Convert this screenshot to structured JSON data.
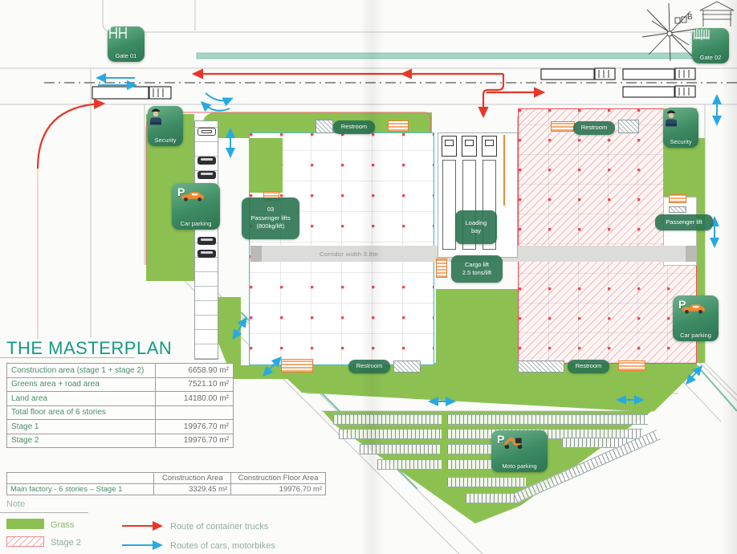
{
  "masterplan": {
    "title": "THE MASTERPLAN",
    "area_table": {
      "rows": [
        {
          "label": "Construction area (stage 1 + stage 2)",
          "value": "6658.90 m²"
        },
        {
          "label": "Greens area + road area",
          "value": "7521.10 m²"
        },
        {
          "label": "Land area",
          "value": "14180.00 m²"
        },
        {
          "label": "Total floor area of 6 stories",
          "value": ""
        },
        {
          "label": "Stage 1",
          "value": "19976.70 m²"
        },
        {
          "label": "Stage 2",
          "value": "19976.70 m²"
        }
      ]
    },
    "factory_table": {
      "headers": [
        "",
        "Construction Area",
        "Construction Floor Area"
      ],
      "rows": [
        {
          "label": "Main factory - 6 stories – Stage 1",
          "construction_area": "3329.45 m²",
          "construction_floor_area": "19976.70 m²"
        }
      ]
    },
    "note": {
      "label": "Note",
      "legend": [
        {
          "label": "Grass"
        },
        {
          "label": "Stage 2"
        },
        {
          "label": "Route of container trucks"
        },
        {
          "label": "Routes of cars, motorbikes"
        }
      ]
    }
  },
  "plan": {
    "gates": {
      "gate01": "Gate 01",
      "gate02": "Gate 02"
    },
    "security": {
      "left": "Security",
      "right": "Security"
    },
    "parking": {
      "car_left": {
        "p": "P",
        "label": "Car parking"
      },
      "car_right": {
        "p": "P",
        "label": "Car parking"
      },
      "moto": {
        "p": "P",
        "label": "Moto parking"
      }
    },
    "restrooms": {
      "top_left": "Restroom",
      "top_right": "Restroom",
      "bottom_left": "Restroom",
      "bottom_right": "Restroom"
    },
    "lifts": {
      "passenger_left_lines": [
        "03",
        "Passenger lifts",
        "(800kg/lift)"
      ],
      "passenger_right": "Passenger lift",
      "cargo_lines": [
        "Cargo lift",
        "2.5 tons/lift"
      ]
    },
    "loading_bay_lines": [
      "Loading",
      "bay"
    ],
    "corridor_label": "Corridor width 3.8m",
    "compass_label": "B"
  },
  "colors": {
    "grass": "#8cc152",
    "stage2_outline": "#ef4f58",
    "truck_route": "#e8372a",
    "vehicle_route": "#29a9e1",
    "badge_green": "#2f7b56",
    "title_teal": "#149a85"
  }
}
